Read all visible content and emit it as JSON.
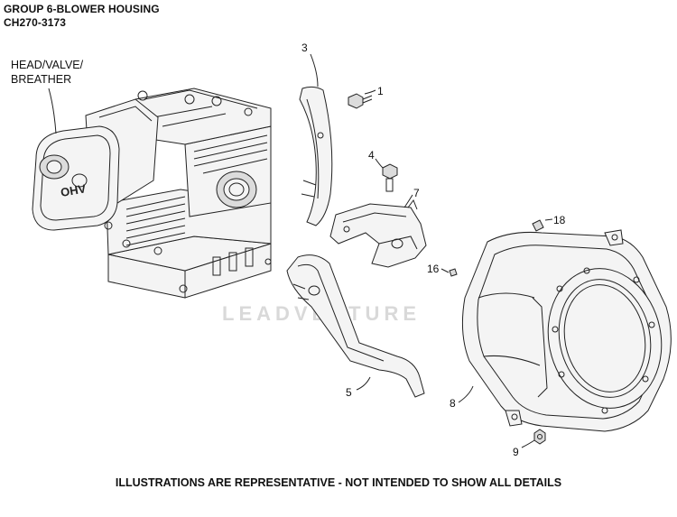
{
  "header": {
    "title": "GROUP 6-BLOWER HOUSING",
    "code": "CH270-3173"
  },
  "callout_head": [
    "HEAD/VALVE/",
    "BREATHER"
  ],
  "callouts": {
    "c1": "1",
    "c3": "3",
    "c4": "4",
    "c5": "5",
    "c7": "7",
    "c8": "8",
    "c9": "9",
    "c16": "16",
    "c18": "18"
  },
  "engine_logo": "OHV",
  "watermark": "LEADVENTURE",
  "footer": "ILLUSTRATIONS ARE REPRESENTATIVE - NOT INTENDED TO SHOW ALL DETAILS"
}
